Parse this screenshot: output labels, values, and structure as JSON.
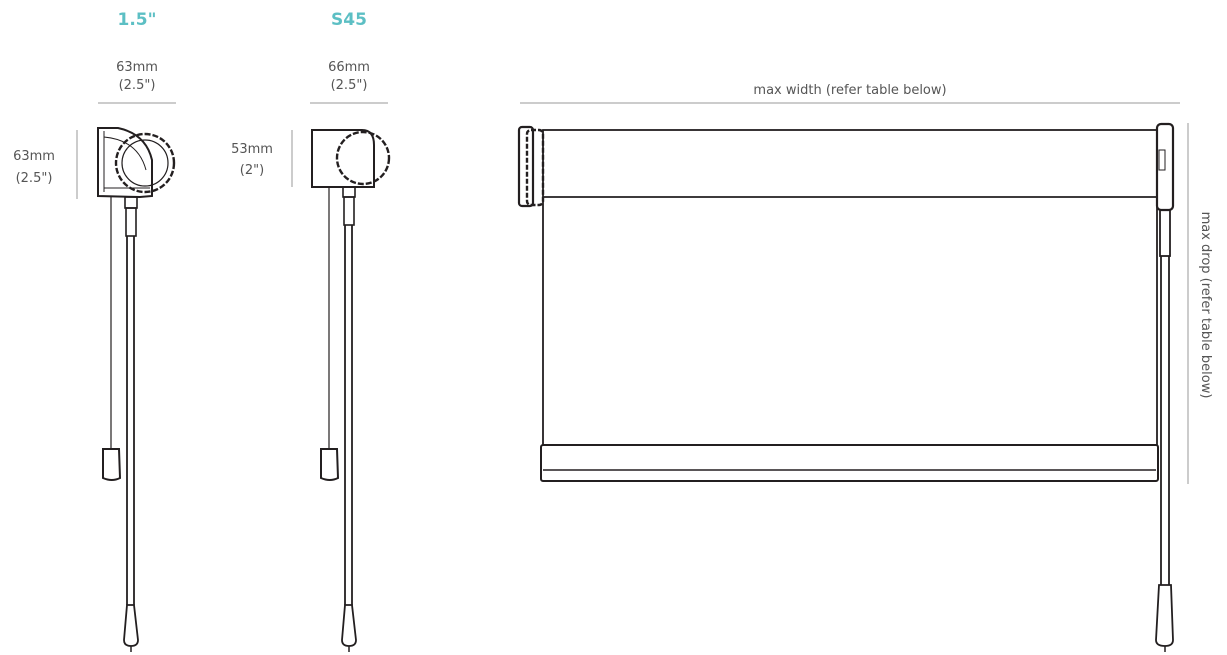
{
  "colors": {
    "accent": "#5cbfc4",
    "line": "#231f20",
    "fabric": "#cccccc",
    "dimension_line": "#9a9a9a",
    "dimension_text": "#555555"
  },
  "profile_a": {
    "title": "1.5\"",
    "width_mm": "63mm",
    "width_in": "(2.5\")",
    "height_mm": "63mm",
    "height_in": "(2.5\")"
  },
  "profile_b": {
    "title": "S45",
    "width_mm": "66mm",
    "width_in": "(2.5\")",
    "height_mm": "53mm",
    "height_in": "(2\")"
  },
  "blind": {
    "max_width_label": "max width (refer table below)",
    "max_drop_label": "max drop (refer table below)"
  }
}
